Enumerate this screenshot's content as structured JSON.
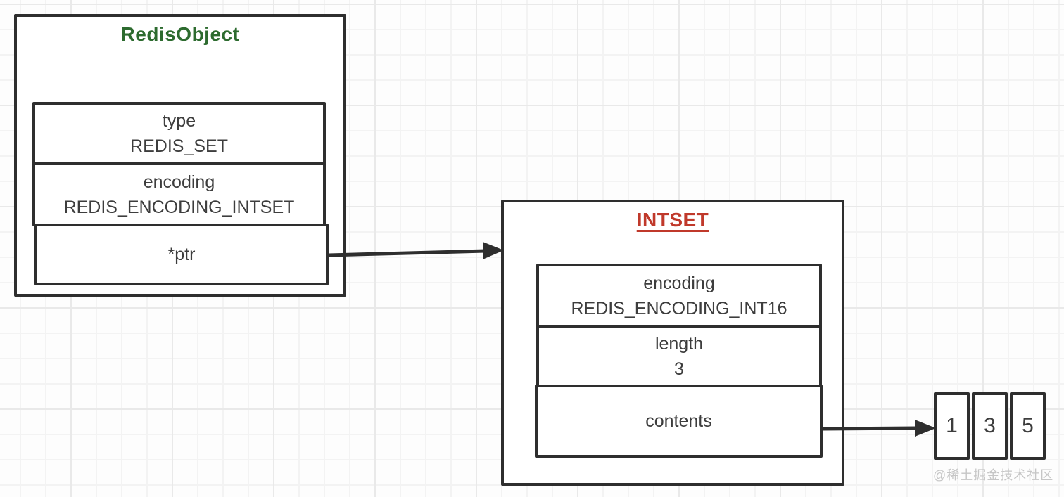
{
  "redis_object": {
    "title": "RedisObject",
    "title_color": "#2d6b2f",
    "fields": [
      {
        "label": "type",
        "value": "REDIS_SET"
      },
      {
        "label": "encoding",
        "value": "REDIS_ENCODING_INTSET"
      },
      {
        "label": "*ptr",
        "value": ""
      }
    ]
  },
  "intset": {
    "title": "INTSET",
    "title_color": "#c0392b",
    "fields": [
      {
        "label": "encoding",
        "value": "REDIS_ENCODING_INT16"
      },
      {
        "label": "length",
        "value": "3"
      },
      {
        "label": "contents",
        "value": ""
      }
    ]
  },
  "array": {
    "cells": [
      "1",
      "3",
      "5"
    ]
  },
  "arrows": [
    {
      "name": "ptr-arrow",
      "from": "*ptr",
      "to": "INTSET"
    },
    {
      "name": "contents-arrow",
      "from": "contents",
      "to": "contents-array"
    }
  ],
  "watermark": {
    "text": "@稀土掘金技术社区",
    "color": "#c6c6c6"
  },
  "colors": {
    "border": "#2e2e2e",
    "grid_minor": "#f3f3f3",
    "grid_major": "#e9e9e9"
  }
}
